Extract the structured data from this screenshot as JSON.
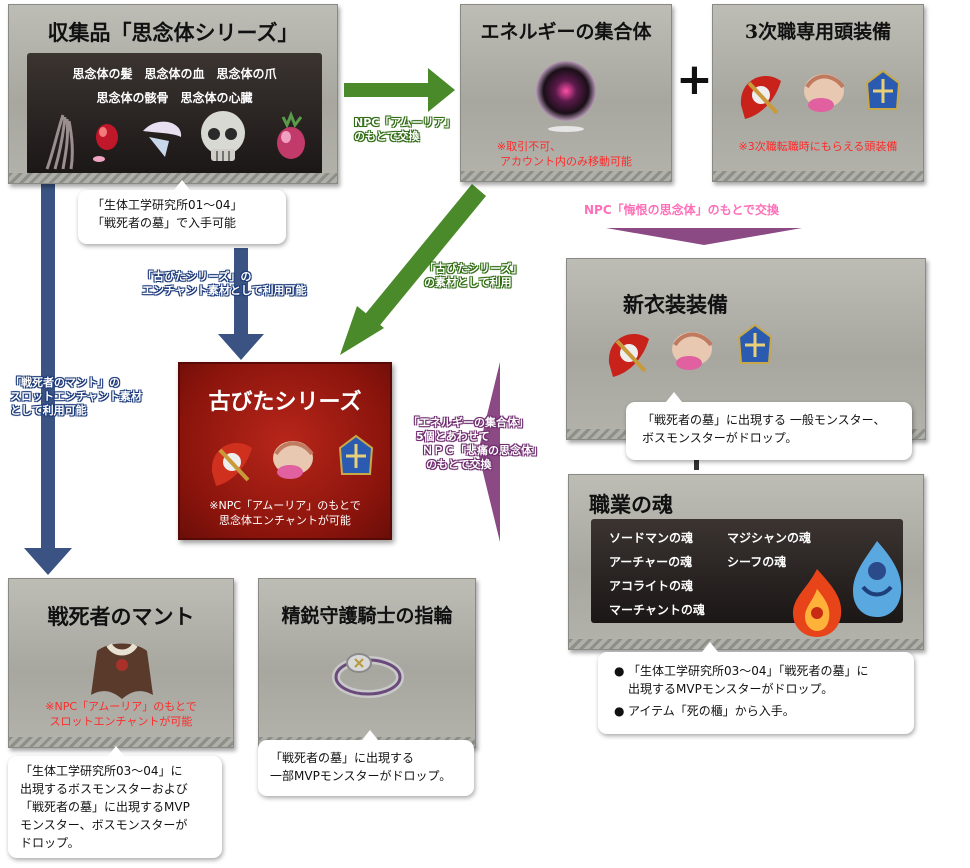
{
  "colors": {
    "blue_arrow": "#3a5382",
    "green_arrow": "#4a8a2a",
    "purple_arrow": "#8c4a84",
    "red_box": "#9a1a12",
    "note_red": "#ff2a2a",
    "pink_label": "#ff6fb8"
  },
  "collectibles": {
    "title": "収集品「思念体シリーズ」",
    "line1": "思念体の髪　思念体の血　思念体の爪",
    "line2": "思念体の骸骨　思念体の心臓",
    "bubble_line1": "「生体工学研究所01～04」",
    "bubble_line2": "「戦死者の墓」で入手可能"
  },
  "energy": {
    "title": "エネルギーの集合体",
    "note_line1": "※取引不可、",
    "note_line2": "アカウント内のみ移動可能"
  },
  "plus": "+",
  "headgear": {
    "title": "3次職専用頭装備",
    "note": "※3次職転職時にもらえる頭装備"
  },
  "labels": {
    "npc_amuria_line1": "NPC「アムーリア」",
    "npc_amuria_line2": "のもとで交換",
    "npc_kaikon": "NPC「悔恨の思念体」のもとで交換",
    "old_material_line1": "「古びたシリーズ」",
    "old_material_line2": "の素材として利用",
    "enchant_line1": "「古びたシリーズ」の",
    "enchant_line2": "エンチャント素材として利用可能",
    "cloak_line1": "「戦死者のマント」の",
    "cloak_line2": "スロットエンチャント素材",
    "cloak_line3": "として利用可能",
    "soul_line1": "「エネルギーの集合体」",
    "soul_line2": "5個とあわせて",
    "soul_line3": "ＮＰＣ「悲痛の思念体」",
    "soul_line4": "のもとで交換"
  },
  "new_costume": {
    "title": "新衣装装備",
    "bubble_line1": "「戦死者の墓」に出現する 一般モンスター、",
    "bubble_line2": "ボスモンスターがドロップ。"
  },
  "old_series": {
    "title": "古びたシリーズ",
    "note_line1": "※NPC「アムーリア」のもとで",
    "note_line2": "思念体エンチャントが可能"
  },
  "soul": {
    "title": "職業の魂",
    "items": [
      "ソードマンの魂",
      "マジシャンの魂",
      "アーチャーの魂",
      "シーフの魂",
      "アコライトの魂",
      "マーチャントの魂"
    ],
    "bullet1_line1": "「生体工学研究所03～04」「戦死者の墓」に",
    "bullet1_line2": "出現するMVPモンスターがドロップ。",
    "bullet2": "アイテム「死の櫃」から入手。"
  },
  "cloak": {
    "title": "戦死者のマント",
    "note_line1": "※NPC「アムーリア」のもとで",
    "note_line2": "スロットエンチャントが可能",
    "bubble_line1": "「生体工学研究所03～04」に",
    "bubble_line2": "出現するボスモンスターおよび",
    "bubble_line3": "「戦死者の墓」に出現するMVP",
    "bubble_line4": "モンスター、ボスモンスターが",
    "bubble_line5": "ドロップ。"
  },
  "ring": {
    "title": "精鋭守護騎士の指輪",
    "bubble_line1": "「戦死者の墓」に出現する",
    "bubble_line2": "一部MVPモンスターがドロップ。"
  }
}
